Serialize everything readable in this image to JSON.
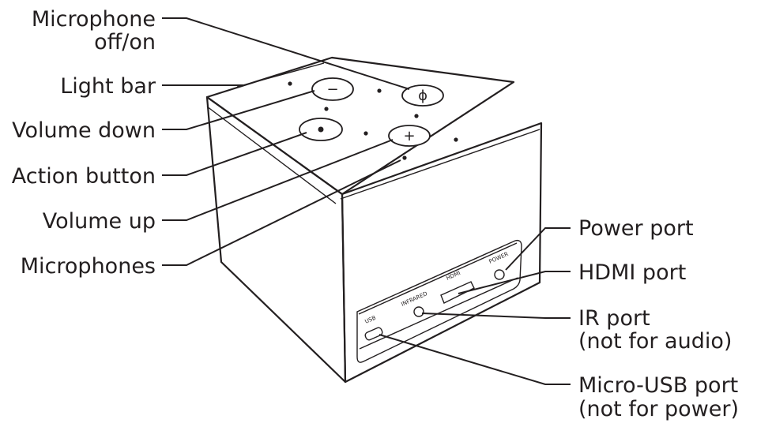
{
  "labels": {
    "microphone_line1": "Microphone",
    "microphone_line2": "off/on",
    "light_bar": "Light bar",
    "volume_down": "Volume down",
    "action_button": "Action button",
    "volume_up": "Volume up",
    "microphones": "Microphones",
    "power_port": "Power port",
    "hdmi_port": "HDMI port",
    "ir_port_line1": "IR port",
    "ir_port_line2": "(not for audio)",
    "micro_usb_line1": "Micro-USB port",
    "micro_usb_line2": "(not for power)"
  },
  "port_text": {
    "usb": "USB",
    "infrared": "INFRARED",
    "hdmi": "HDMI",
    "power": "POWER"
  },
  "button_glyphs": {
    "minus": "−",
    "plus": "+",
    "mic": "ϕ"
  },
  "colors": {
    "ink": "#231f20",
    "background": "#ffffff"
  }
}
